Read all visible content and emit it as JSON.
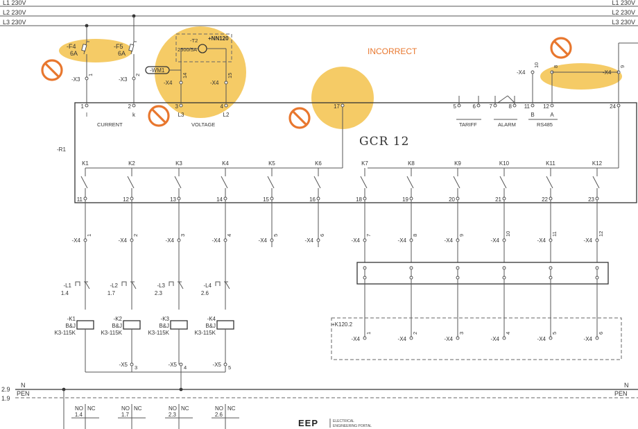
{
  "colors": {
    "highlight": "#f3c044",
    "prohibited": "#e8772e",
    "line": "#555555"
  },
  "buses": [
    {
      "label_left": "L1 230V",
      "label_right": "L1 230V"
    },
    {
      "label_left": "L2 230V",
      "label_right": "L2 230V"
    },
    {
      "label_left": "L3 230V",
      "label_right": "L3 230V"
    }
  ],
  "annotation": "INCORRECT",
  "device": {
    "tag": "-R1",
    "title": "GCR 12"
  },
  "fuses": [
    {
      "name": "-F4",
      "rating": "6A"
    },
    {
      "name": "-F5",
      "rating": "6A"
    }
  ],
  "vt": {
    "name": "-T2",
    "ratio": "2500/5A",
    "location": "+NN120"
  },
  "wattmeter": "-WM1",
  "input_groups": {
    "current": "CURRENT",
    "voltage": "VOLTAGE",
    "tariff": "TARIFF",
    "alarm": "ALARM",
    "rs485": "RS485"
  },
  "input_terminals": [
    {
      "num": "1",
      "sub": "l"
    },
    {
      "num": "2",
      "sub": "k"
    },
    {
      "num": "3",
      "sub": "L3"
    },
    {
      "num": "4",
      "sub": "L2"
    },
    {
      "num": "17",
      "sub": ""
    },
    {
      "num": "5",
      "sub": ""
    },
    {
      "num": "6",
      "sub": ""
    },
    {
      "num": "7",
      "sub": ""
    },
    {
      "num": "8",
      "sub": ""
    },
    {
      "num": "11",
      "sub": "B"
    },
    {
      "num": "12",
      "sub": "A"
    },
    {
      "num": "24",
      "sub": ""
    }
  ],
  "x_labels": {
    "x3_1": "-X3",
    "x3_1n": "1",
    "x3_2": "-X3",
    "x3_2n": "2",
    "x4_14": "-X4",
    "x4_14n": "14",
    "x4_15": "-X4",
    "x4_15n": "15",
    "x4_10": "-X4",
    "x4_10n": "10",
    "x4_8": "8",
    "x4_9": "-X4",
    "x4_9n": "9"
  },
  "relays": [
    {
      "label": "K1",
      "term": "11"
    },
    {
      "label": "K2",
      "term": "12"
    },
    {
      "label": "K3",
      "term": "13"
    },
    {
      "label": "K4",
      "term": "14"
    },
    {
      "label": "K5",
      "term": "15"
    },
    {
      "label": "K6",
      "term": "16"
    },
    {
      "label": "K7",
      "term": "18"
    },
    {
      "label": "K8",
      "term": "19"
    },
    {
      "label": "K9",
      "term": "20"
    },
    {
      "label": "K10",
      "term": "21"
    },
    {
      "label": "K11",
      "term": "22"
    },
    {
      "label": "K12",
      "term": "23"
    }
  ],
  "x4_outputs": [
    {
      "tag": "-X4",
      "num": "1"
    },
    {
      "tag": "-X4",
      "num": "2"
    },
    {
      "tag": "-X4",
      "num": "3"
    },
    {
      "tag": "-X4",
      "num": "4"
    },
    {
      "tag": "-X4",
      "num": "5"
    },
    {
      "tag": "-X4",
      "num": "6"
    },
    {
      "tag": "-X4",
      "num": "7"
    },
    {
      "tag": "-X4",
      "num": "8"
    },
    {
      "tag": "-X4",
      "num": "9"
    },
    {
      "tag": "-X4",
      "num": "10"
    },
    {
      "tag": "-X4",
      "num": "11"
    },
    {
      "tag": "-X4",
      "num": "12"
    }
  ],
  "limit_switches": [
    {
      "name": "-L1",
      "ref": "1.4"
    },
    {
      "name": "-L2",
      "ref": "1.7"
    },
    {
      "name": "-L3",
      "ref": "2.3"
    },
    {
      "name": "-L4",
      "ref": "2.6"
    }
  ],
  "contactors": [
    {
      "name": "-K1",
      "brand": "B&J",
      "model": "K3-115K"
    },
    {
      "name": "-K2",
      "brand": "B&J",
      "model": "K3-115K"
    },
    {
      "name": "-K3",
      "brand": "B&J",
      "model": "K3-115K"
    },
    {
      "name": "-K4",
      "brand": "B&J",
      "model": "K3-115K"
    }
  ],
  "x5_terms": [
    {
      "tag": "-X5",
      "num": "3"
    },
    {
      "tag": "-X5",
      "num": "4"
    },
    {
      "tag": "-X5",
      "num": "5"
    }
  ],
  "remote": {
    "location": "+K120.2",
    "terms": [
      {
        "tag": "-X4",
        "num": "1"
      },
      {
        "tag": "-X4",
        "num": "2"
      },
      {
        "tag": "-X4",
        "num": "3"
      },
      {
        "tag": "-X4",
        "num": "4"
      },
      {
        "tag": "-X4",
        "num": "5"
      },
      {
        "tag": "-X4",
        "num": "6"
      }
    ]
  },
  "neutral": {
    "n_ref": "2.9",
    "n_label": "N",
    "pen_ref": "1.9",
    "pen_label": "PEN",
    "n_right": "N",
    "pen_right": "PEN"
  },
  "xrefs": [
    {
      "no": "NO",
      "nc": "NC",
      "ref": "1.4"
    },
    {
      "no": "NO",
      "nc": "NC",
      "ref": "1.7"
    },
    {
      "no": "NO",
      "nc": "NC",
      "ref": "2.3"
    },
    {
      "no": "NO",
      "nc": "NC",
      "ref": "2.6"
    }
  ],
  "logo": {
    "mark": "EEP",
    "line1": "ELECTRICAL",
    "line2": "ENGINEERING PORTAL"
  }
}
